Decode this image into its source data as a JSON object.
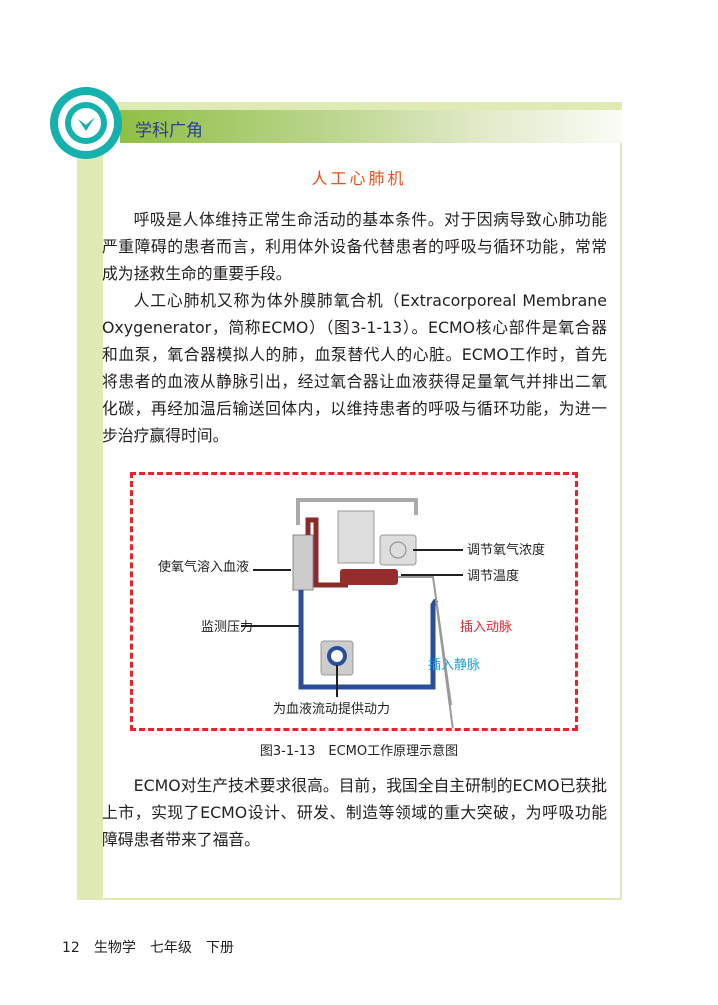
{
  "section": "学科广角",
  "title": "人工心肺机",
  "paragraphs": [
    "呼吸是人体维持正常生命活动的基本条件。对于因病导致心肺功能严重障碍的患者而言，利用体外设备代替患者的呼吸与循环功能，常常成为拯救生命的重要手段。",
    "人工心肺机又称为体外膜肺氧合机（Extracorporeal Membrane Oxygenerator，简称ECMO）（图3-1-13）。ECMO核心部件是氧合器和血泵，氧合器模拟人的肺，血泵替代人的心脏。ECMO工作时，首先将患者的血液从静脉引出，经过氧合器让血液获得足量氧气并排出二氧化碳，再经加温后输送回体内，以维持患者的呼吸与循环功能，为进一步治疗赢得时间。",
    "ECMO对生产技术要求很高。目前，我国全自主研制的ECMO已获批上市，实现了ECMO设计、研发、制造等领域的重大突破，为呼吸功能障碍患者带来了福音。"
  ],
  "figure": {
    "labels": {
      "oxygenate": "使氧气溶入血液",
      "pressure": "监测压力",
      "pump": "为血液流动提供动力",
      "o2": "调节氧气浓度",
      "temp": "调节温度",
      "artery": "插入动脉",
      "vein": "插入静脉"
    },
    "caption": "图3-1-13　ECMO工作原理示意图"
  },
  "footer": {
    "page": "12",
    "book": "生物学",
    "grade": "七年级",
    "volume": "下册"
  }
}
